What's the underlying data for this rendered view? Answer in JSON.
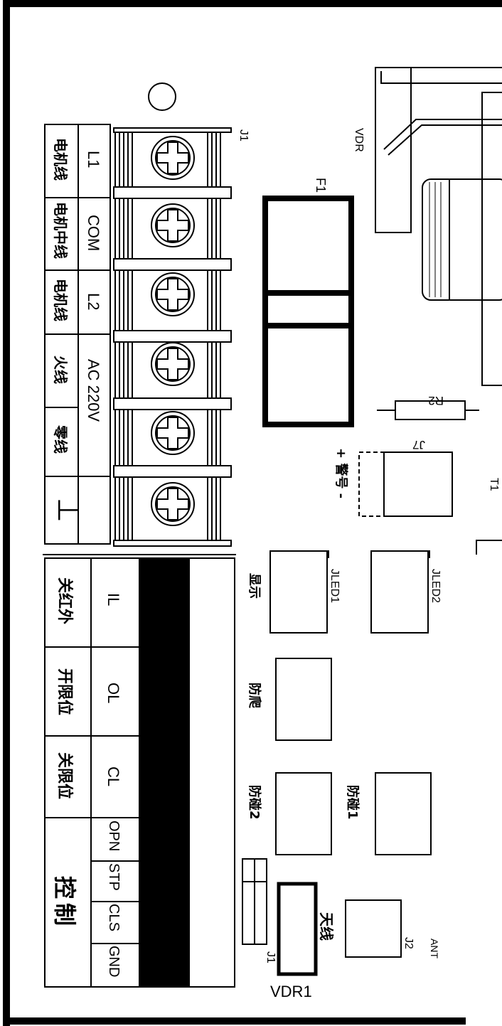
{
  "terminal_block": {
    "designator": "J1",
    "rows": [
      {
        "code": "L1",
        "name": "电机线"
      },
      {
        "code": "COM",
        "name": "电机中线"
      },
      {
        "code": "L2",
        "name": "电机线"
      },
      {
        "code": "AC 220V",
        "name": "火线"
      },
      {
        "code": "",
        "name": "零线"
      },
      {
        "code": "⊥",
        "name": ""
      }
    ]
  },
  "control_block": {
    "rows": [
      {
        "code": "IL",
        "name": "关红外"
      },
      {
        "code": "OL",
        "name": "开限位"
      },
      {
        "code": "CL",
        "name": "关限位"
      }
    ],
    "control_name": "控制",
    "control_pins": [
      "OPN",
      "STP",
      "CLS",
      "GND"
    ]
  },
  "components": {
    "vdr": "VDR",
    "fuse": "F1",
    "resistor": "R2",
    "jumper7": "J7",
    "alarm": "+ 警号 -",
    "jled1": "JLED1",
    "display": "显示",
    "jled2": "JLED2",
    "anti_climb": "防爬",
    "anti_collision2": "防碰2",
    "anti_collision1": "防碰1",
    "antenna_cn": "天线",
    "j2": "J2",
    "ant": "ANT",
    "j1_small": "J1",
    "vdr1": "VDR1",
    "t1": "T1"
  }
}
